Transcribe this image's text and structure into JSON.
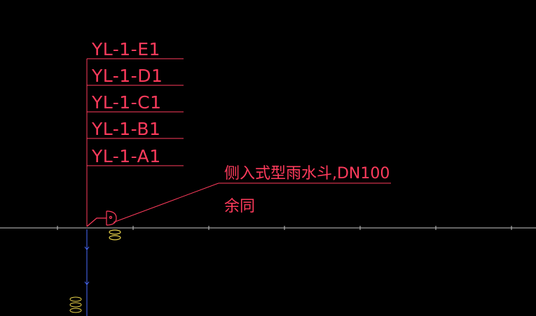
{
  "drawing": {
    "riser_tags": [
      "YL-1-E1",
      "YL-1-D1",
      "YL-1-C1",
      "YL-1-B1",
      "YL-1-A1"
    ],
    "note_line1": "侧入式型雨水斗,DN100",
    "note_line2": "余同"
  },
  "colors": {
    "background": "#000000",
    "annotation": "#ff3b5c",
    "axis_line": "#c8c8c8",
    "pipe": "#4a6cff"
  },
  "icons": {
    "drain_fitting": "side-inlet-roof-drain-symbol",
    "symbol_bottom_left": "pipe-fitting-symbol"
  }
}
